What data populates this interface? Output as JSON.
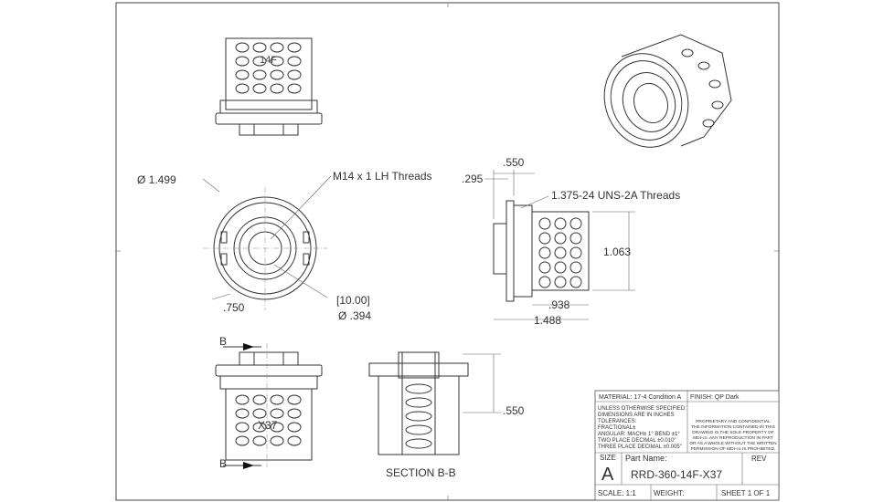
{
  "views": {
    "top": {
      "label": "14F"
    },
    "front": {
      "diameter": "Ø 1.499",
      "thread_note": "M14 x 1 LH Threads",
      "dim_750": ".750",
      "dim_bracket": "[10.00]",
      "dim_394": "Ø .394"
    },
    "side": {
      "dim_550": ".550",
      "dim_295": ".295",
      "thread_note": "1.375-24 UNS-2A Threads",
      "dim_1063": "1.063",
      "dim_938": ".938",
      "dim_1488": "1.488"
    },
    "bottom": {
      "label": "X37",
      "cut_label_top": "B",
      "cut_label_bottom": "B"
    },
    "section": {
      "title": "SECTION B-B",
      "dim_550": ".550"
    }
  },
  "title_block": {
    "material": "MATERIAL: 17-4 Condition A",
    "finish": "FINISH: QP Dark",
    "unless": "UNLESS OTHERWISE SPECIFIED:",
    "dims_in": "DIMENSIONS ARE IN INCHES",
    "tolerances": "TOLERANCES:",
    "fractional": "FRACTIONAL±",
    "angular": "ANGULAR: MACH± 1°  BEND ±1°",
    "two_place": "TWO PLACE DECIMAL    ±0.010\"",
    "three_place": "THREE PLACE DECIMAL  ±0.005\"",
    "proprietary": [
      "PROPRIETARY AND CONFIDENTIAL",
      "THE INFORMATION CONTAINED IN THIS",
      "DRAWING IS THE SOLE PROPERTY OF",
      "MDI-co. ANY REPRODUCTION IN PART",
      "OR AS A WHOLE WITHOUT THE WRITTEN",
      "PERMISSION OF MDI-co IS PROHIBITED."
    ],
    "size_label": "SIZE",
    "size_value": "A",
    "part_name_label": "Part Name:",
    "part_name": "RRD-360-14F-X37",
    "rev_label": "REV",
    "scale": "SCALE: 1:1",
    "weight": "WEIGHT:",
    "sheet": "SHEET 1 OF 1"
  }
}
